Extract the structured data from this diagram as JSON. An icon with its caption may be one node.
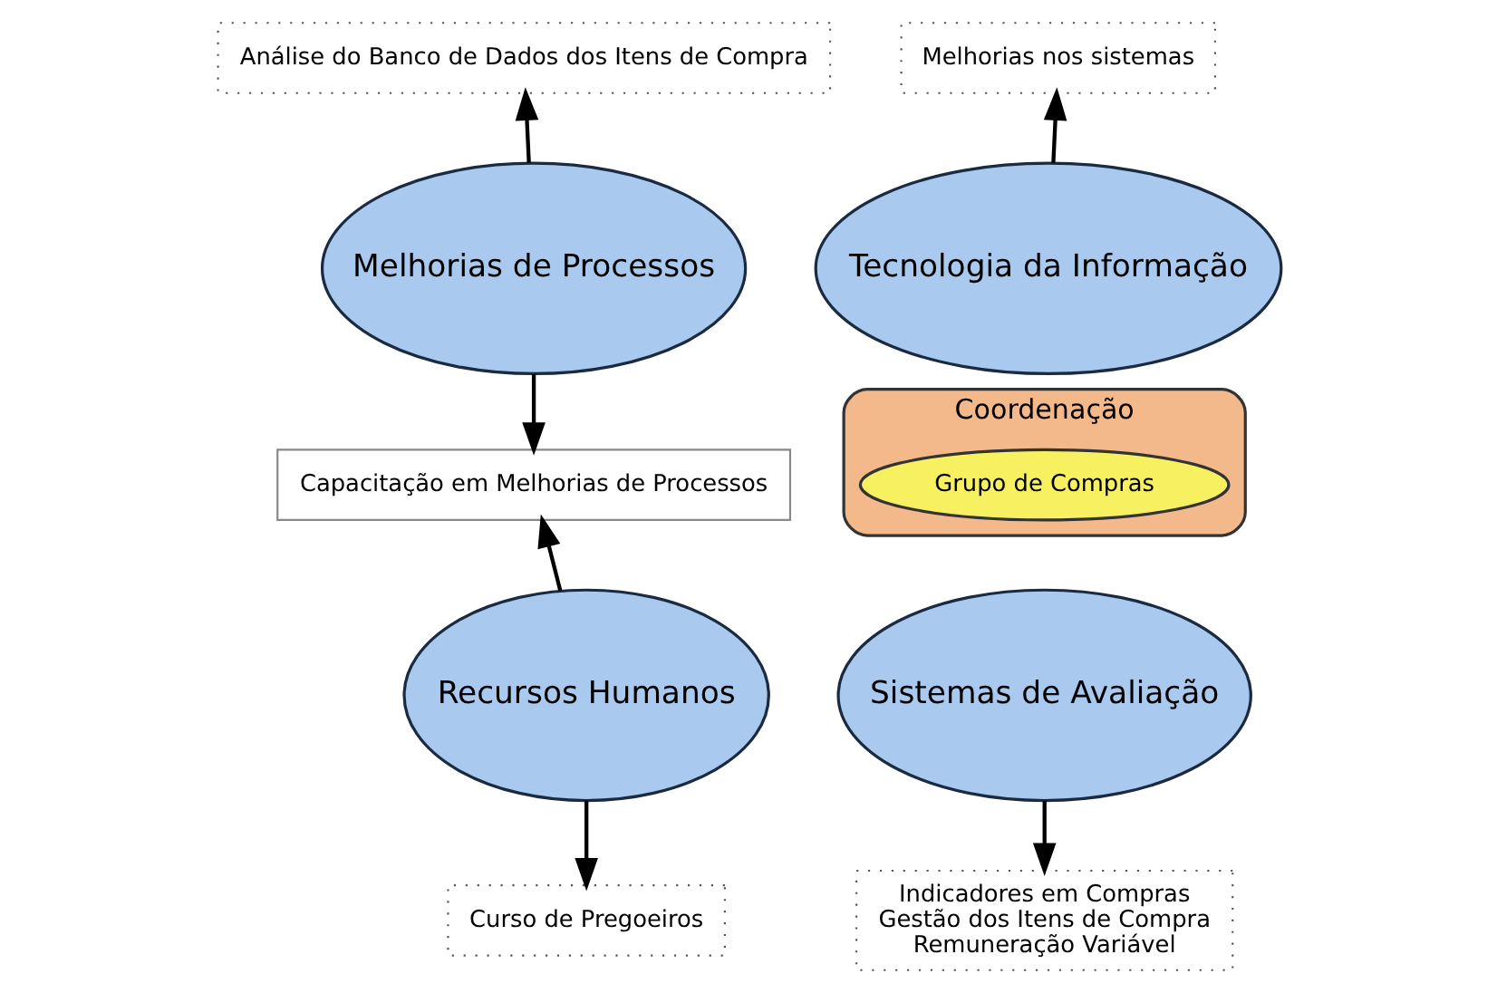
{
  "diagram": {
    "nodes": [
      {
        "text": [
          "Análise do Banco de Dados dos Itens de Compra"
        ]
      },
      {
        "text": [
          "Melhorias nos sistemas"
        ]
      },
      {
        "text": [
          "Melhorias de Processos"
        ]
      },
      {
        "text": [
          "Tecnologia da Informação"
        ]
      },
      {
        "text": [
          "Coordenação"
        ]
      },
      {
        "text": [
          "Grupo de Compras"
        ],
        "in": 4
      },
      {
        "text": [
          "Capacitação em Melhorias de Processos"
        ]
      },
      {
        "text": [
          "Recursos Humanos"
        ]
      },
      {
        "text": [
          "Sistemas de Avaliação"
        ]
      },
      {
        "text": [
          "Curso de Pregoeiros"
        ]
      },
      {
        "text": [
          "Indicadores em Compras",
          "Gestão dos Itens de Compra",
          "Remuneração Variável"
        ]
      }
    ],
    "edges": [
      {
        "from": 2,
        "to": 0,
        "arrow": "to"
      },
      {
        "from": 3,
        "to": 1,
        "arrow": "to"
      },
      {
        "from": 2,
        "to": 6,
        "arrow": "to"
      },
      {
        "from": 7,
        "to": 6,
        "arrow": "to"
      },
      {
        "from": 7,
        "to": 9,
        "arrow": "to"
      },
      {
        "from": 8,
        "to": 10,
        "arrow": "to"
      }
    ]
  }
}
